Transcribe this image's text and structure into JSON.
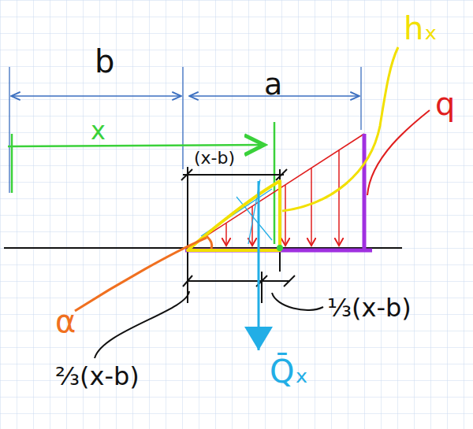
{
  "diagram": {
    "labels": [
      "b",
      "a",
      "x",
      "(x-b)",
      "hₓ",
      "q",
      "α",
      "Q̄ₓ",
      "⅔(x-b)",
      "⅓(x-b)"
    ]
  }
}
